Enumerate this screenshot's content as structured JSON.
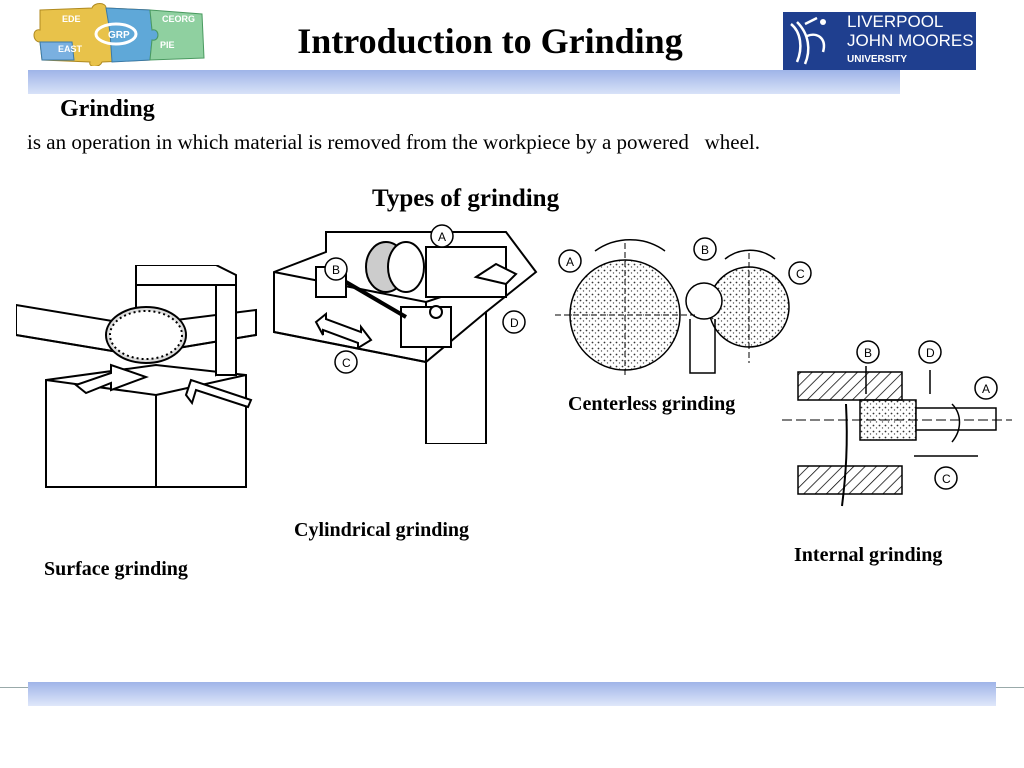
{
  "slide": {
    "title": "Introduction to Grinding",
    "heading": "Grinding",
    "definition": "is an operation in which material is removed from the workpiece by a powered   wheel.",
    "types_heading": "Types of grinding"
  },
  "captions": {
    "surface": "Surface grinding",
    "cylindrical": "Cylindrical grinding",
    "centerless": "Centerless grinding",
    "internal": "Internal grinding"
  },
  "logos": {
    "left_puzzle_words": [
      "EDE",
      "CEORG",
      "PIE",
      "GRP",
      "EAST"
    ],
    "right_line1": "LIVERPOOL",
    "right_line2": "JOHN MOORES",
    "right_line3": "UNIVERSITY"
  },
  "diagram_labels": {
    "a": "A",
    "b": "B",
    "c": "C",
    "d": "D"
  },
  "colors": {
    "bar_dark": "#9fb4e8",
    "bar_light": "#d8e2f8",
    "logo_bg": "#1f3f8f"
  }
}
